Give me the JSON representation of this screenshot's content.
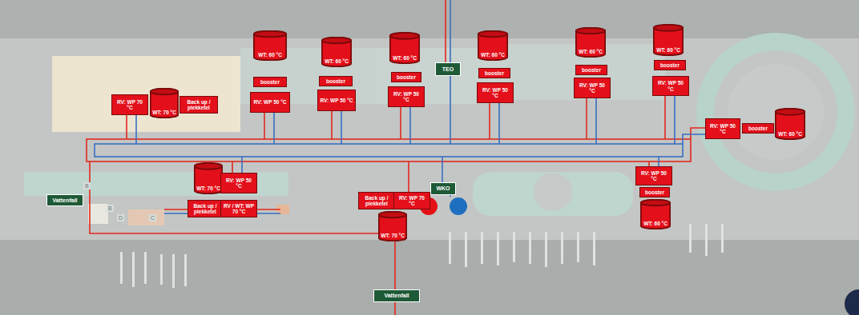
{
  "diagram": {
    "nodes": [
      {
        "text": [
          "WT: 60 °C"
        ]
      },
      {
        "text": [
          "WT: 60 °C"
        ]
      },
      {
        "text": [
          "WT: 60 °C"
        ]
      },
      {
        "text": [
          "WT: 60 °C"
        ]
      },
      {
        "text": [
          "WT: 60 °C"
        ]
      },
      {
        "text": [
          "WT: 60 °C"
        ]
      },
      {
        "text": [
          "booster"
        ]
      },
      {
        "text": [
          "TEO"
        ]
      },
      {
        "text": [
          "booster"
        ]
      },
      {
        "text": [
          "booster"
        ]
      },
      {
        "text": [
          "booster"
        ]
      },
      {
        "text": [
          "booster"
        ]
      },
      {
        "text": [
          "RV: WP 50 °C"
        ]
      },
      {
        "text": [
          "booster"
        ]
      },
      {
        "text": [
          "RV: WP 50 °C"
        ]
      },
      {
        "text": [
          "RV: WP 50 °C"
        ]
      },
      {
        "text": [
          "RV: WP 50 °C"
        ]
      },
      {
        "text": [
          "RV: WP 50 °C"
        ]
      },
      {
        "text": [
          "WT: 70 °C"
        ]
      },
      {
        "text": [
          "RV: WP 50 °C"
        ]
      },
      {
        "text": [
          "RV: WP 70 °C"
        ]
      },
      {
        "text": [
          "Back up / piekketel"
        ]
      },
      {
        "text": [
          "RV: WP 50 °C"
        ]
      },
      {
        "text": [
          "booster"
        ]
      },
      {
        "text": [
          "WT: 60 °C"
        ]
      },
      {
        "text": [
          "RV: WP 50 °C"
        ]
      },
      {
        "text": [
          "WT: 70 °C"
        ]
      },
      {
        "text": [
          "RV: WP 50 °C"
        ]
      },
      {
        "text": [
          "booster"
        ]
      },
      {
        "text": [
          "WKO"
        ]
      },
      {
        "text": [
          "Back up / piekketel"
        ]
      },
      {
        "text": [
          "RV: WP 70 °C"
        ]
      },
      {
        "text": [
          "Vattenfall"
        ]
      },
      {
        "text": [
          "WT: 60 °C"
        ]
      },
      {
        "text": [
          "Back up / piekketel"
        ]
      },
      {
        "text": [
          "RV / WT: WP 70 °C"
        ]
      },
      {
        "text": [
          "WT: 70 °C"
        ]
      },
      {
        "text": [
          "Vattenfall"
        ]
      }
    ],
    "labels": [
      "B",
      "B",
      "D",
      "C"
    ]
  }
}
